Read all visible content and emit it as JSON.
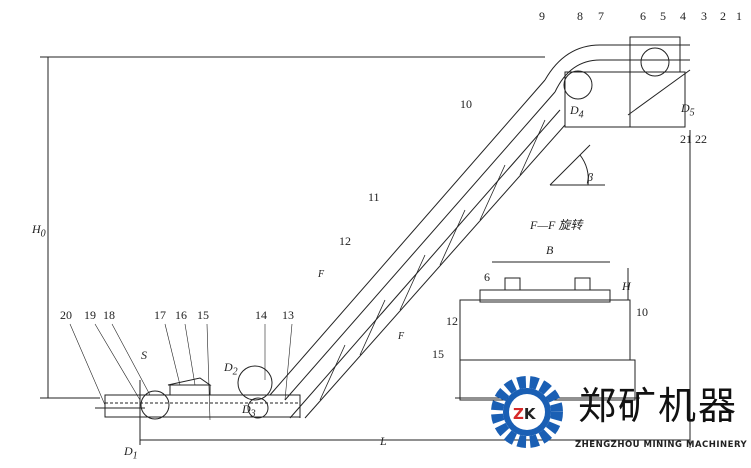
{
  "part_numbers_top": [
    "9",
    "8",
    "7",
    "6",
    "5",
    "4",
    "3",
    "2",
    "1"
  ],
  "part_numbers_left": [
    "20",
    "19",
    "18",
    "17",
    "16",
    "15",
    "14",
    "13"
  ],
  "mid_numbers": {
    "n10": "10",
    "n11": "11",
    "n12": "12"
  },
  "pulleys": {
    "d1": "D",
    "d2": "D",
    "d3": "D",
    "d4": "D",
    "d5": "D",
    "sub1": "1",
    "sub2": "2",
    "sub3": "3",
    "sub4": "4",
    "sub5": "5"
  },
  "dimensions": {
    "height": "H",
    "height_sub": "0",
    "length": "L",
    "spacing": "S",
    "angle": "β",
    "section_marker": "F"
  },
  "bottom_right_labels": "21 22",
  "section_view": {
    "title": "F—F 旋转",
    "width": "B",
    "height": "H",
    "n6": "6",
    "n12": "12",
    "n10": "10",
    "n15": "15"
  },
  "logo": {
    "initials": "ZK",
    "name_cn": "郑矿机器",
    "name_en": "ZHENGZHOU MINING MACHINERY",
    "primary_color": "#1a5fb4",
    "accent_color": "#d62828"
  }
}
